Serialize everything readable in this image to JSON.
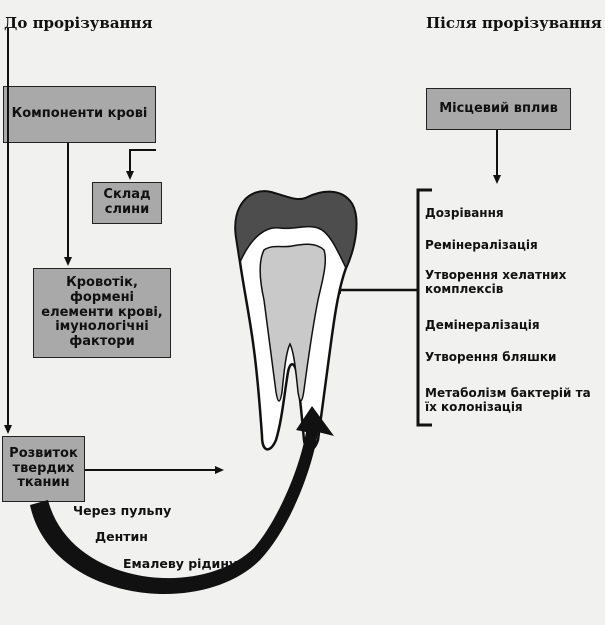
{
  "headings": {
    "before": "До прорізування",
    "after": "Після прорізування"
  },
  "boxes": {
    "blood_components": "Компоненти крові",
    "saliva_composition": "Склад слини",
    "blood_clot": "Кровотік, формені елементи крові, імунологічні фактори",
    "hard_tissue_development": "Розвиток твердих тканин",
    "local_effect": "Місцевий вплив"
  },
  "post_eruption_processes": [
    "Дозрівання",
    "Ремінералізація",
    "Утворення хелатних комплексів",
    "Демінералізація",
    "Утворення бляшки",
    "Метаболізм бактерій та їх колонізація"
  ],
  "pathways": [
    "Через пульпу",
    "Дентин",
    "Емалеву рідину"
  ],
  "colors": {
    "box_fill": "#a9a9a9",
    "arrow": "#111111",
    "background": "#f1f1ef"
  }
}
